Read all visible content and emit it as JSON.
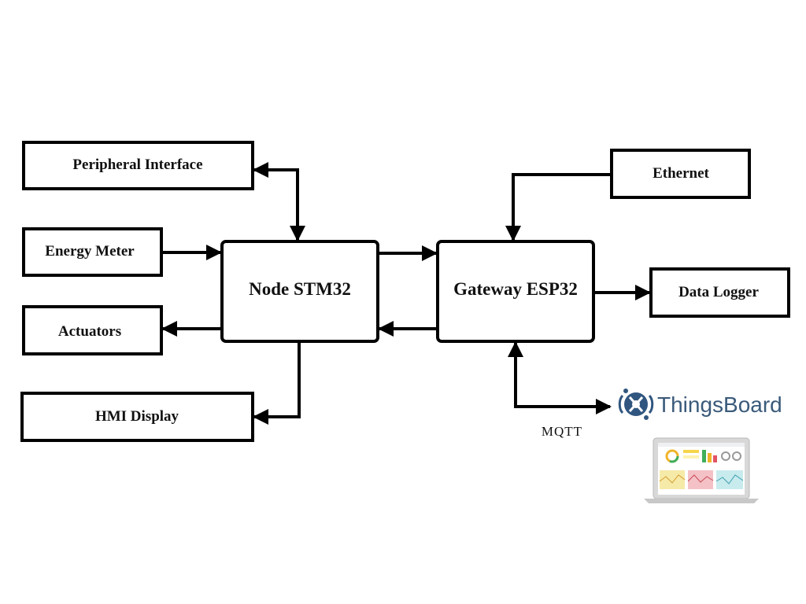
{
  "blocks": {
    "peripheral_interface": "Peripheral Interface",
    "energy_meter": "Energy Meter",
    "actuators": "Actuators",
    "hmi_display": "HMI Display",
    "node": "Node STM32",
    "gateway": "Gateway ESP32",
    "ethernet": "Ethernet",
    "data_logger": "Data Logger"
  },
  "protocol_label": "MQTT",
  "cloud": {
    "brand": "ThingsBoard",
    "logo_icon": "thingsboard-logo-icon",
    "screen_icon": "laptop-dashboard-icon"
  }
}
